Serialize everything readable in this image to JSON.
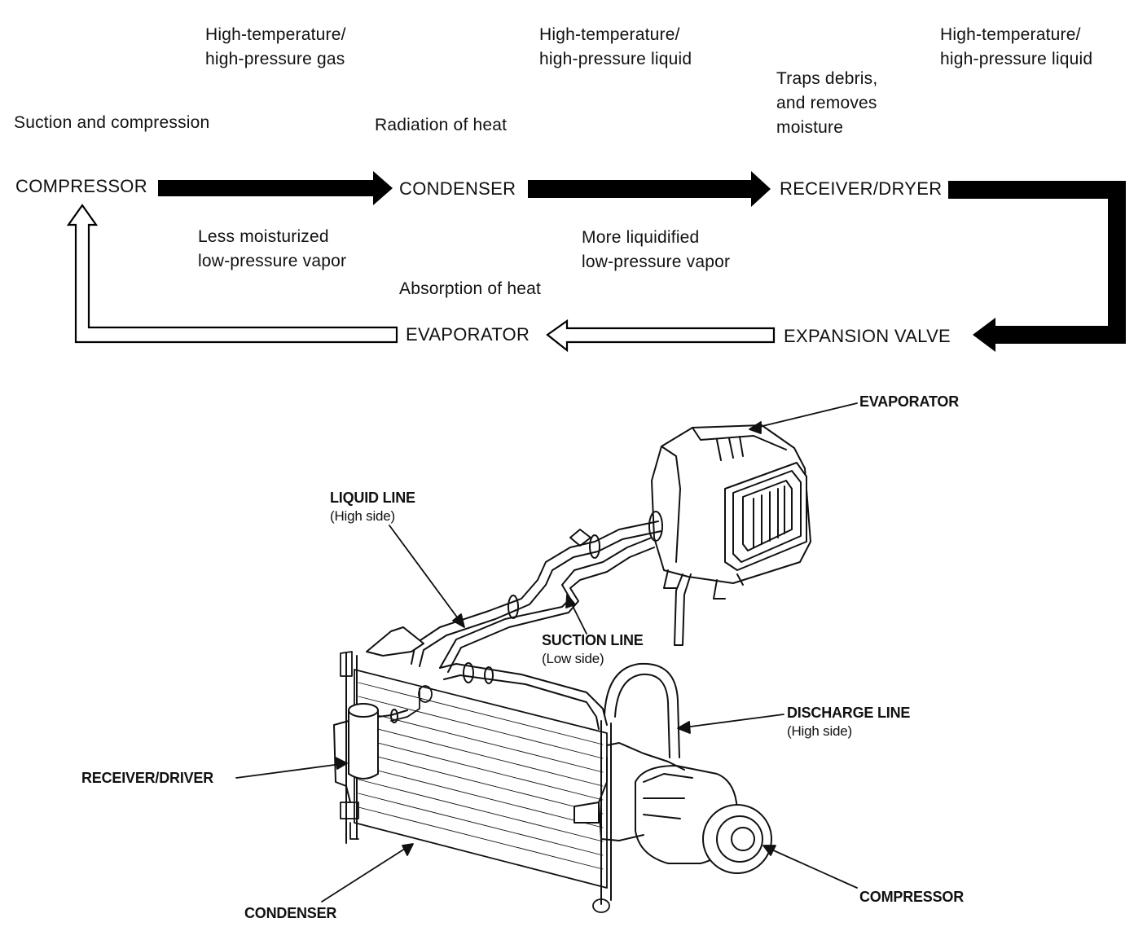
{
  "flow": {
    "nodes": {
      "compressor": "COMPRESSOR",
      "condenser": "CONDENSER",
      "receiver_dryer": "RECEIVER/DRYER",
      "expansion_valve": "EXPANSION VALVE",
      "evaporator": "EVAPORATOR"
    },
    "notes": {
      "suction_compression": "Suction and compression",
      "hp_gas_line1": "High-temperature/",
      "hp_gas_line2": "high-pressure gas",
      "radiation": "Radiation of heat",
      "hp_liquid_a_line1": "High-temperature/",
      "hp_liquid_a_line2": "high-pressure liquid",
      "traps_line1": "Traps debris,",
      "traps_line2": "and removes",
      "traps_line3": "moisture",
      "hp_liquid_b_line1": "High-temperature/",
      "hp_liquid_b_line2": "high-pressure liquid",
      "less_moist_line1": "Less moisturized",
      "less_moist_line2": "low-pressure vapor",
      "absorption": "Absorption of heat",
      "more_liq_line1": "More liquidified",
      "more_liq_line2": "low-pressure vapor"
    },
    "colors": {
      "high_side": "#000000",
      "low_side": "#ffffff"
    }
  },
  "illustration": {
    "labels": {
      "evaporator": "EVAPORATOR",
      "liquid_line": "LIQUID LINE",
      "liquid_line_sub": "(High side)",
      "suction_line": "SUCTION LINE",
      "suction_line_sub": "(Low side)",
      "discharge_line": "DISCHARGE LINE",
      "discharge_line_sub": "(High side)",
      "receiver": "RECEIVER/DRIVER",
      "condenser": "CONDENSER",
      "compressor": "COMPRESSOR"
    }
  }
}
